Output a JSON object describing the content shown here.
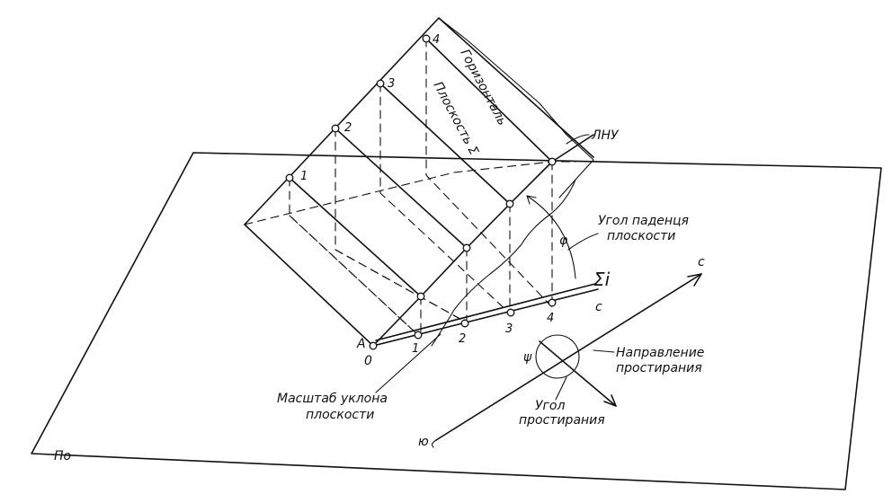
{
  "labels": {
    "gorizontal": "Горизонталь",
    "ploskost": "Плоскость Σ",
    "lnu": "ЛНУ",
    "ugol_padeniya_1": "Угол паденця",
    "ugol_padeniya_2": "плоскости",
    "phi_small": "φ",
    "sigma_i": "Σi",
    "c_small": "c",
    "c_north": "с",
    "napravlenie_1": "Направление",
    "napravlenie_2": "простирания",
    "psi": "ψ",
    "ugol_prost_1": "Угол",
    "ugol_prost_2": "простирания",
    "masshtab_1": "Масштаб уклона",
    "masshtab_2": "плоскости",
    "yu": "ю",
    "point_a": "A",
    "point_o": "0",
    "pi_o": "По"
  },
  "plane_marks": [
    "1",
    "2",
    "3",
    "4"
  ],
  "scale_marks": [
    "1",
    "2",
    "3",
    "4"
  ]
}
